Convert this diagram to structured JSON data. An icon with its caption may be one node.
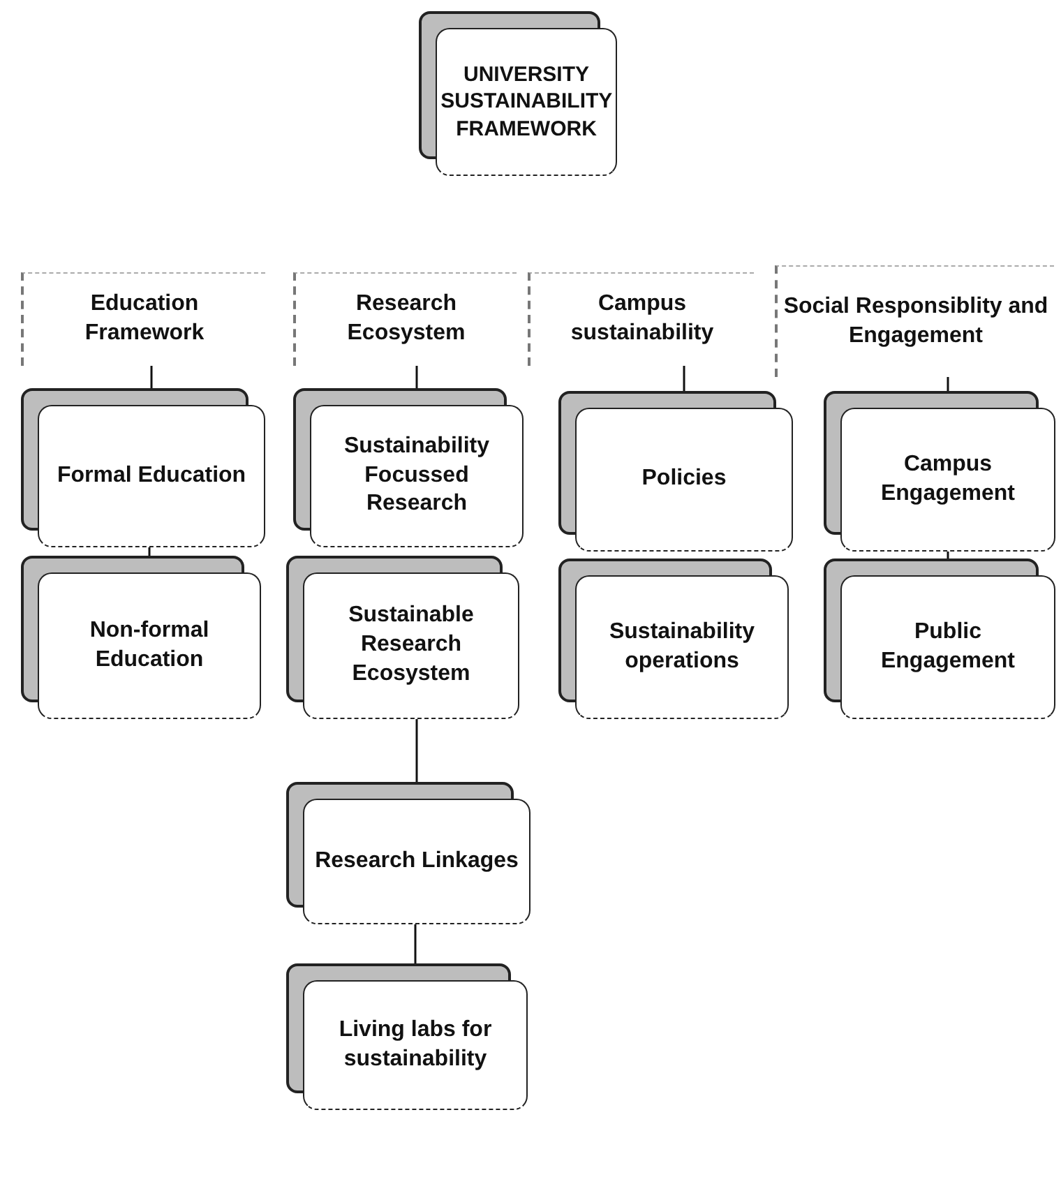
{
  "diagram": {
    "nodes": [
      {
        "text": [
          "UNIVERSITY SUSTAINABILITY FRAMEWORK"
        ]
      },
      {
        "text": [
          "Education Framework"
        ]
      },
      {
        "text": [
          "Research Ecosystem"
        ]
      },
      {
        "text": [
          "Campus sustainability"
        ]
      },
      {
        "text": [
          "Social Responsiblity and Engagement"
        ]
      },
      {
        "text": [
          "Formal Education"
        ]
      },
      {
        "text": [
          "Sustainability Focussed Research"
        ]
      },
      {
        "text": [
          "Policies"
        ]
      },
      {
        "text": [
          "Campus Engagement"
        ]
      },
      {
        "text": [
          "Non-formal Education"
        ]
      },
      {
        "text": [
          "Sustainable Research Ecosystem"
        ]
      },
      {
        "text": [
          "Sustainability operations"
        ]
      },
      {
        "text": [
          "Public Engagement"
        ]
      },
      {
        "text": [
          "Research Linkages"
        ]
      },
      {
        "text": [
          "Living labs for sustainability"
        ]
      }
    ],
    "edges": [
      {
        "from": 1,
        "to": 5,
        "arrow": "none"
      },
      {
        "from": 2,
        "to": 6,
        "arrow": "none"
      },
      {
        "from": 3,
        "to": 7,
        "arrow": "none"
      },
      {
        "from": 4,
        "to": 8,
        "arrow": "none"
      },
      {
        "from": 5,
        "to": 9,
        "arrow": "none"
      },
      {
        "from": 8,
        "to": 12,
        "arrow": "none"
      },
      {
        "from": 10,
        "to": 13,
        "arrow": "none"
      },
      {
        "from": 13,
        "to": 14,
        "arrow": "none"
      }
    ]
  }
}
